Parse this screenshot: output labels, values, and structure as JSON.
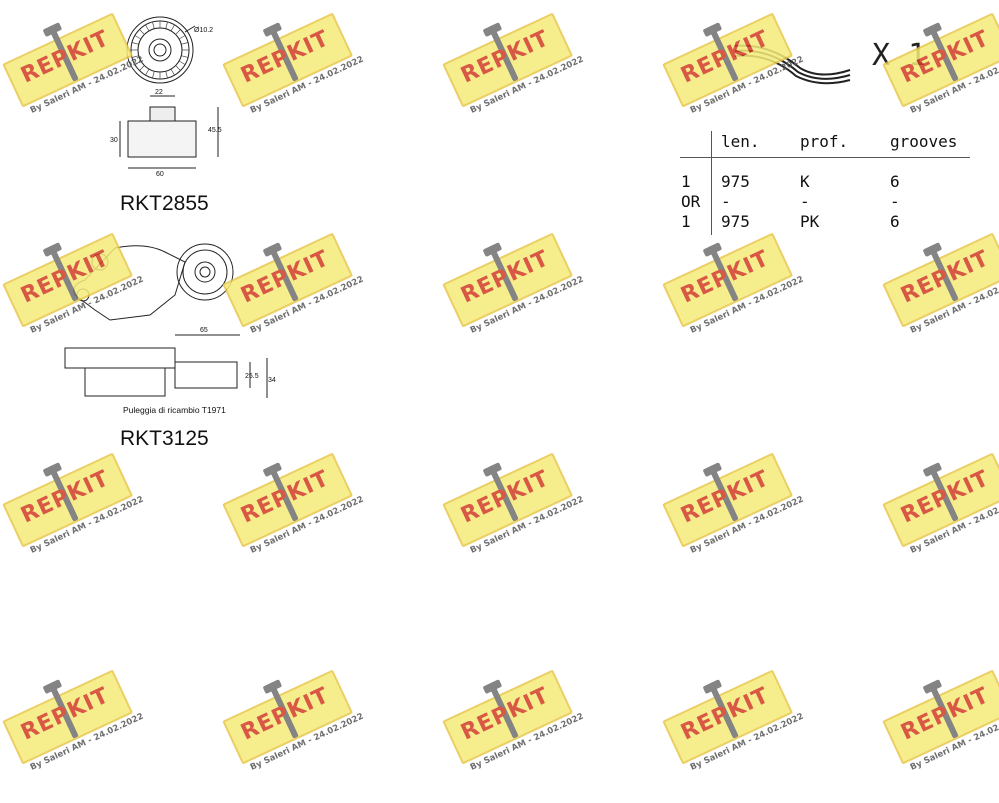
{
  "watermark": {
    "brand": "REPKIT",
    "byline": "By Saleri AM - 24.02.2022"
  },
  "parts": [
    {
      "code": "RKT2855"
    },
    {
      "code": "RKT3125"
    }
  ],
  "drawing1": {
    "dim_diameter": "Ø10.2",
    "dim_top": "22",
    "dim_left": "30",
    "dim_right": "45.5",
    "dim_bottom": "60"
  },
  "drawing2": {
    "dim_top": "65",
    "dim_right_a": "25.5",
    "dim_right_b": "34",
    "caption": "Puleggia di ricambio T1971"
  },
  "belt": {
    "quantity": "X 1"
  },
  "belt_table": {
    "headers": [
      "len.",
      "prof.",
      "grooves"
    ],
    "rows": [
      {
        "qty": "1",
        "len": "975",
        "prof": "K",
        "grooves": "6"
      },
      {
        "qty": "OR",
        "len": "-",
        "prof": "-",
        "grooves": "-"
      },
      {
        "qty": "1",
        "len": "975",
        "prof": "PK",
        "grooves": "6"
      }
    ]
  }
}
